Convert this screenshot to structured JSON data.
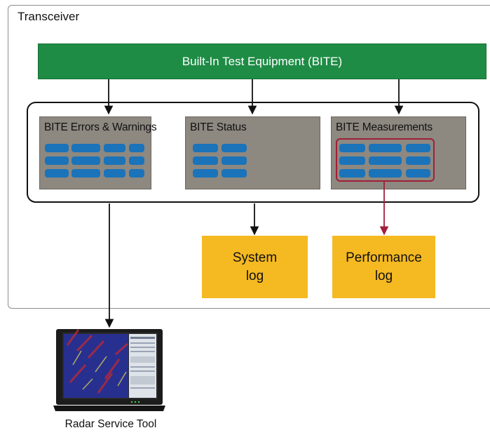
{
  "diagram": {
    "transceiver_label": "Transceiver",
    "bite_bar_label": "Built-In Test Equipment (BITE)",
    "panels": {
      "errors_warnings": "BITE Errors & Warnings",
      "status": "BITE Status",
      "measurements": "BITE Measurements"
    },
    "system_log": {
      "line1": "System",
      "line2": "log"
    },
    "performance_log": {
      "line1": "Performance",
      "line2": "log"
    },
    "tool_caption": "Radar Service Tool"
  },
  "colors": {
    "bite_green": "#1e8c45",
    "panel_gray": "#8d8880",
    "pill_blue": "#1b73b9",
    "log_yellow": "#f5b921",
    "highlight_red": "#a01f39"
  },
  "icons": [
    "laptop-icon"
  ]
}
